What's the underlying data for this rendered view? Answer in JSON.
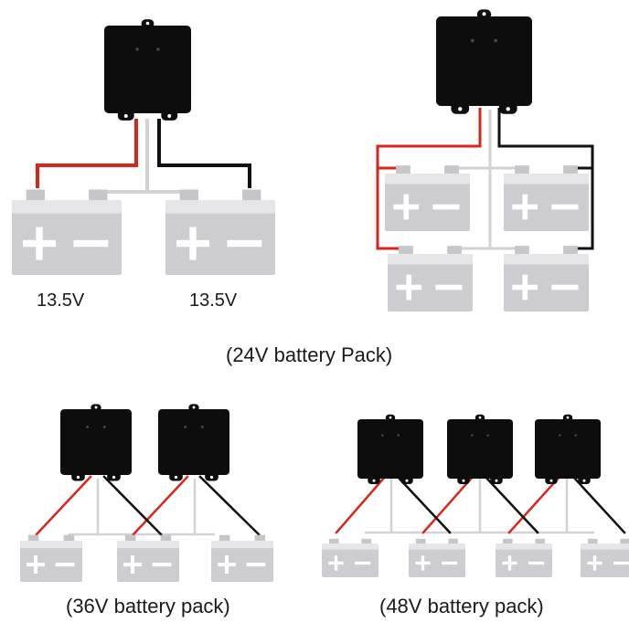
{
  "colors": {
    "background": "#ffffff",
    "balancer_body": "#0d0d0d",
    "balancer_led": "#4a4a4a",
    "battery_body": "#cdcdd1",
    "battery_top": "#e6e6e9",
    "battery_terminal": "#c6c6ca",
    "battery_symbol": "#ffffff",
    "wire_positive": "#d9261c",
    "wire_negative": "#111111",
    "wire_balance": "#d3d3d7",
    "text": "#1a1a1a"
  },
  "diagrams": [
    {
      "id": "24v-series-2",
      "caption": "",
      "balancers": 1,
      "batteries": 2,
      "battery_labels": [
        "13.5V",
        "13.5V"
      ],
      "wire_style": "orthogonal"
    },
    {
      "id": "24v-series-parallel-4",
      "caption": "(24V battery Pack)",
      "balancers": 1,
      "batteries": 4,
      "arrangement": "2 series x 2 parallel",
      "wire_style": "orthogonal"
    },
    {
      "id": "36v",
      "caption": "(36V battery pack)",
      "balancers": 2,
      "batteries": 3,
      "wire_style": "diagonal"
    },
    {
      "id": "48v",
      "caption": "(48V battery pack)",
      "balancers": 3,
      "batteries": 4,
      "wire_style": "diagonal"
    }
  ],
  "symbols": {
    "plus": "+",
    "minus": "−"
  }
}
